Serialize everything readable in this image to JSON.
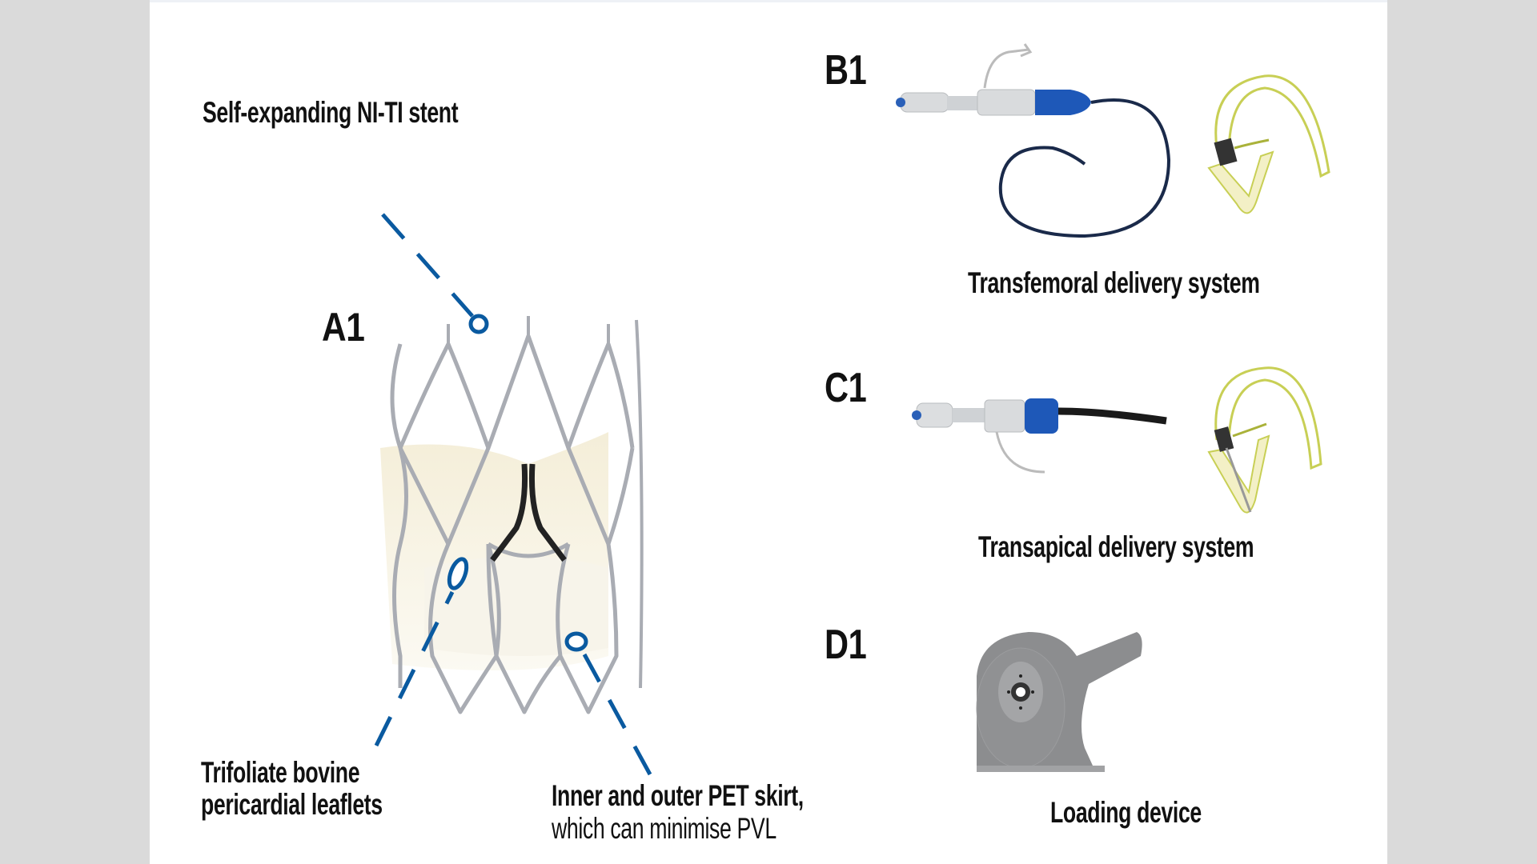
{
  "figure": {
    "background_color": "#dadada",
    "panel_color": "#ffffff",
    "accent_color": "#0a5aa0",
    "panels": {
      "A1": {
        "label": "A1",
        "title": "Self-expanding NI-TI stent",
        "callouts": {
          "leaflets_line1": "Trifoliate bovine",
          "leaflets_line2": "pericardial leaflets",
          "skirt_line1": "Inner and outer PET skirt,",
          "skirt_line2": "which can minimise PVL"
        }
      },
      "B1": {
        "label": "B1",
        "caption": "Transfemoral delivery system"
      },
      "C1": {
        "label": "C1",
        "caption": "Transapical delivery system"
      },
      "D1": {
        "label": "D1",
        "caption": "Loading device"
      }
    }
  }
}
